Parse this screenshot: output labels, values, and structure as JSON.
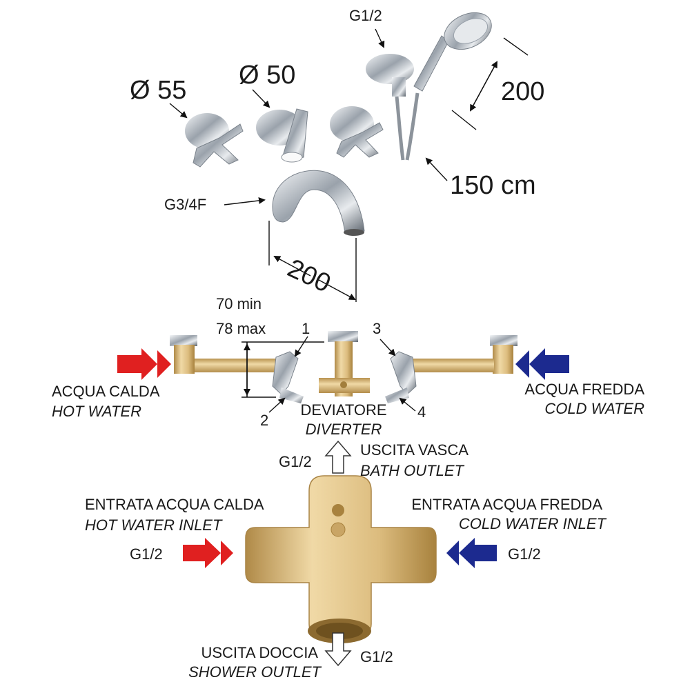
{
  "top": {
    "dim_d55": "Ø 55",
    "dim_d50": "Ø 50",
    "shower_thread": "G1/2",
    "shower_length": "200",
    "hose_length": "150 cm",
    "spout_thread": "G3/4F",
    "spout_length": "200"
  },
  "middle": {
    "depth_min": "70 min",
    "depth_max": "78 max",
    "n1": "1",
    "n2": "2",
    "n3": "3",
    "n4": "4",
    "hot_it": "ACQUA CALDA",
    "hot_en": "HOT WATER",
    "cold_it": "ACQUA FREDDA",
    "cold_en": "COLD WATER",
    "diverter_it": "DEVIATORE",
    "diverter_en": "DIVERTER"
  },
  "bottom": {
    "bath_thread": "G1/2",
    "bath_it": "USCITA VASCA",
    "bath_en": "BATH OUTLET",
    "hot_inlet_it": "ENTRATA ACQUA CALDA",
    "hot_inlet_en": "HOT WATER INLET",
    "cold_inlet_it": "ENTRATA ACQUA FREDDA",
    "cold_inlet_en": "COLD WATER INLET",
    "hot_thread": "G1/2",
    "cold_thread": "G1/2",
    "shower_it": "USCITA DOCCIA",
    "shower_en": "SHOWER OUTLET",
    "shower_thread": "G1/2"
  },
  "colors": {
    "hot": "#e02020",
    "cold": "#1c2a8f",
    "brass": "#d9b878",
    "chrome": "#c9ced4"
  }
}
